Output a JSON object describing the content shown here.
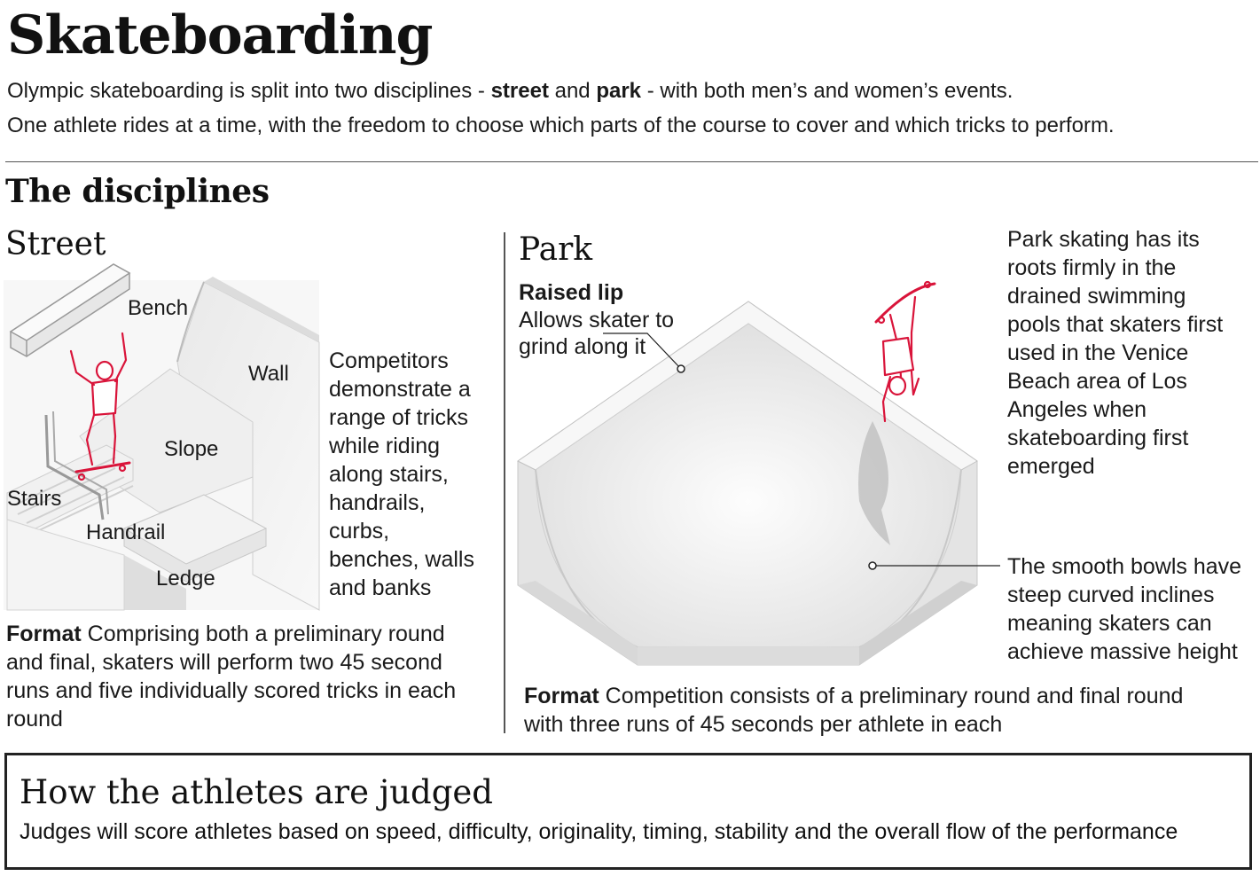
{
  "title": "Skateboarding",
  "intro": {
    "line1_a": "Olympic skateboarding is split into two disciplines - ",
    "line1_street": "street",
    "line1_and": " and ",
    "line1_park": "park",
    "line1_b": " - with both men’s and women’s events.",
    "line2": "One athlete rides at a time, with the freedom to choose which parts of the course to cover and which tricks to perform."
  },
  "disciplines_heading": "The disciplines",
  "street": {
    "heading": "Street",
    "labels": {
      "bench": "Bench",
      "wall": "Wall",
      "slope": "Slope",
      "stairs": "Stairs",
      "handrail": "Handrail",
      "ledge": "Ledge"
    },
    "description_lines": [
      "Competitors",
      "demonstrate a",
      "range of tricks",
      "while riding",
      "along stairs,",
      "handrails,",
      "curbs,",
      "benches, walls",
      "and banks"
    ],
    "format_label": "Format",
    "format_lines": [
      " Comprising both a preliminary round",
      "and final, skaters will perform two 45 second",
      "runs and five individually scored tricks in each",
      "round"
    ]
  },
  "park": {
    "heading": "Park",
    "raised_lip_title": "Raised lip",
    "raised_lip_lines": [
      "Allows skater to",
      "grind along it"
    ],
    "roots_lines": [
      "Park skating has its",
      "roots firmly in the",
      "drained swimming",
      "pools that skaters first",
      "used in the Venice",
      "Beach area of Los",
      "Angeles when",
      "skateboarding first",
      "emerged"
    ],
    "bowls_lines": [
      "The smooth bowls have",
      "steep curved inclines",
      "meaning skaters can",
      "achieve massive height"
    ],
    "format_label": "Format",
    "format_lines": [
      " Competition consists of a preliminary round and final round",
      "with three runs of 45 seconds per athlete in each"
    ]
  },
  "judging": {
    "title": "How the athletes are judged",
    "text": "Judges will score athletes based on speed, difficulty, originality, timing, stability and the overall flow of the performance"
  },
  "colors": {
    "accent": "#d9143a",
    "text": "#111111",
    "rule": "#555555",
    "structure_light": "#f2f2f2",
    "structure_shade": "#d6d6d6"
  }
}
